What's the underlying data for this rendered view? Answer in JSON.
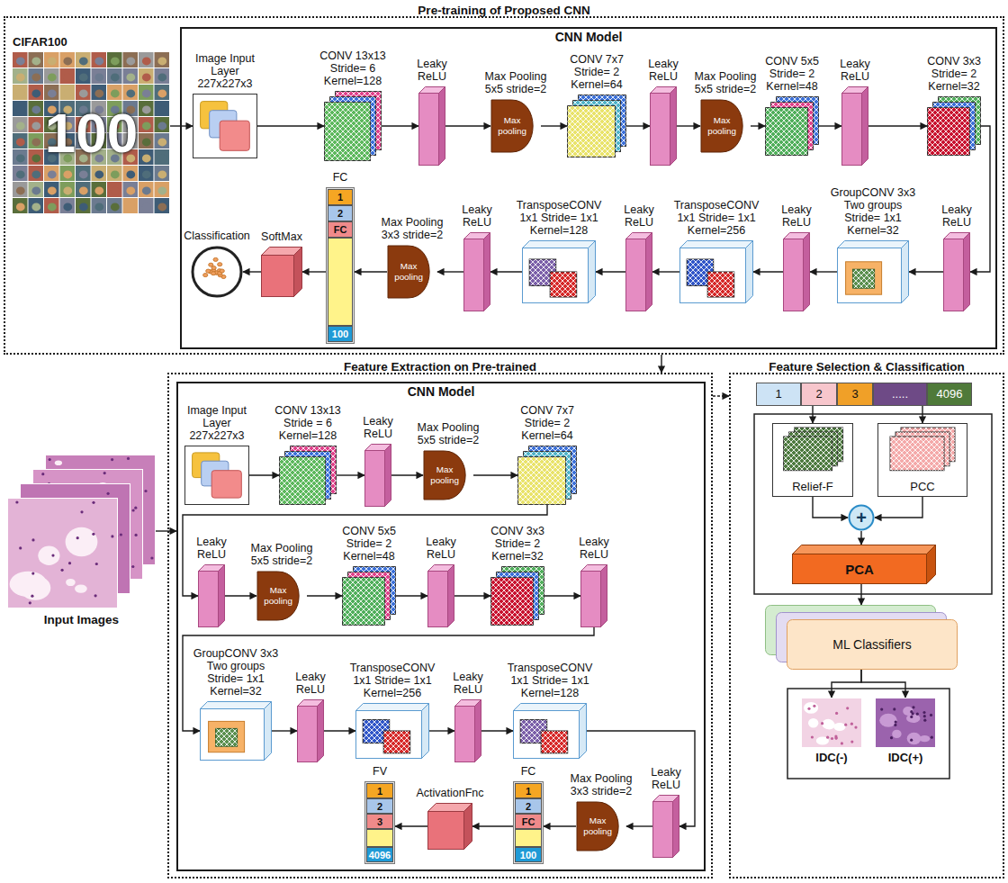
{
  "diagram": {
    "nodes": [
      {
        "text": [
          "Pre-training of Proposed CNN"
        ]
      },
      {
        "text": [
          "CIFAR100",
          "100"
        ],
        "in": 0
      },
      {
        "text": [
          "CNN Model"
        ],
        "in": 0
      },
      {
        "text": [
          "Image Input Layer 227x227x3"
        ],
        "in": 2
      },
      {
        "text": [
          "CONV 13x13 Stride= 6 Kernel=128"
        ],
        "in": 2
      },
      {
        "text": [
          "Leaky ReLU"
        ],
        "in": 2
      },
      {
        "text": [
          "Max Pooling 5x5 stride=2",
          "Max pooling"
        ],
        "in": 2
      },
      {
        "text": [
          "CONV 7x7 Stride= 2 Kernel=64"
        ],
        "in": 2
      },
      {
        "text": [
          "Leaky ReLU"
        ],
        "in": 2
      },
      {
        "text": [
          "Max Pooling 5x5 stride=2",
          "Max pooling"
        ],
        "in": 2
      },
      {
        "text": [
          "CONV 5x5 Stride= 2 Kernel=48"
        ],
        "in": 2
      },
      {
        "text": [
          "Leaky ReLU"
        ],
        "in": 2
      },
      {
        "text": [
          "CONV 3x3 Stride= 2 Kernel=32"
        ],
        "in": 2
      },
      {
        "text": [
          "Leaky ReLU"
        ],
        "in": 2
      },
      {
        "text": [
          "GroupCONV 3x3 Two groups Stride= 1x1 Kernel=32"
        ],
        "in": 2
      },
      {
        "text": [
          "Leaky ReLU"
        ],
        "in": 2
      },
      {
        "text": [
          "TransposeCONV 1x1 Stride= 1x1 Kernel=256"
        ],
        "in": 2
      },
      {
        "text": [
          "Leaky ReLU"
        ],
        "in": 2
      },
      {
        "text": [
          "TransposeCONV 1x1 Stride= 1x1 Kernel=128"
        ],
        "in": 2
      },
      {
        "text": [
          "Leaky ReLU"
        ],
        "in": 2
      },
      {
        "text": [
          "Max Pooling 3x3 stride=2",
          "Max pooling"
        ],
        "in": 2
      },
      {
        "text": [
          "FC",
          "1",
          "2",
          "FC",
          "100"
        ],
        "in": 2
      },
      {
        "text": [
          "SoftMax"
        ],
        "in": 2
      },
      {
        "text": [
          "Classification"
        ],
        "in": 2
      },
      {
        "text": [
          "Feature Extraction on Pre-trained"
        ]
      },
      {
        "text": [
          "CNN Model"
        ],
        "in": 24
      },
      {
        "text": [
          "Image Input Layer 227x227x3"
        ],
        "in": 25
      },
      {
        "text": [
          "CONV 13x13 Stride = 6 Kernel=128"
        ],
        "in": 25
      },
      {
        "text": [
          "Leaky ReLU"
        ],
        "in": 25
      },
      {
        "text": [
          "Max Pooling 5x5 stride=2",
          "Max pooling"
        ],
        "in": 25
      },
      {
        "text": [
          "CONV 7x7 Stride= 2 Kernel=64"
        ],
        "in": 25
      },
      {
        "text": [
          "Leaky ReLU"
        ],
        "in": 25
      },
      {
        "text": [
          "Max Pooling 5x5 stride=2",
          "Max pooling"
        ],
        "in": 25
      },
      {
        "text": [
          "CONV 5x5 Stride= 2 Kernel=48"
        ],
        "in": 25
      },
      {
        "text": [
          "Leaky ReLU"
        ],
        "in": 25
      },
      {
        "text": [
          "CONV 3x3 Stride= 2 Kernel=32"
        ],
        "in": 25
      },
      {
        "text": [
          "Leaky ReLU"
        ],
        "in": 25
      },
      {
        "text": [
          "GroupCONV 3x3 Two groups Stride= 1x1 Kernel=32"
        ],
        "in": 25
      },
      {
        "text": [
          "Leaky ReLU"
        ],
        "in": 25
      },
      {
        "text": [
          "TransposeCONV 1x1 Stride= 1x1 Kernel=256"
        ],
        "in": 25
      },
      {
        "text": [
          "Leaky ReLU"
        ],
        "in": 25
      },
      {
        "text": [
          "TransposeCONV 1x1 Stride= 1x1 Kernel=128"
        ],
        "in": 25
      },
      {
        "text": [
          "Leaky ReLU"
        ],
        "in": 25
      },
      {
        "text": [
          "Max Pooling 3x3 stride=2",
          "Max pooling"
        ],
        "in": 25
      },
      {
        "text": [
          "FC",
          "1",
          "2",
          "FC",
          "100"
        ],
        "in": 25
      },
      {
        "text": [
          "ActivationFnc"
        ],
        "in": 25
      },
      {
        "text": [
          "FV",
          "1",
          "2",
          "3",
          "4096"
        ],
        "in": 25
      },
      {
        "text": [
          "Input Images"
        ]
      },
      {
        "text": [
          "Feature Selection & Classification"
        ]
      },
      {
        "text": [
          "1",
          "2",
          "3",
          ".....",
          "4096"
        ],
        "in": 48
      },
      {
        "text": [
          "Relief-F"
        ],
        "in": 48
      },
      {
        "text": [
          "PCC"
        ],
        "in": 48
      },
      {
        "text": [
          "+"
        ],
        "in": 48
      },
      {
        "text": [
          "PCA"
        ],
        "in": 48
      },
      {
        "text": [
          "ML Classifiers"
        ],
        "in": 48
      },
      {
        "text": [
          "IDC(-)"
        ],
        "in": 48
      },
      {
        "text": [
          "IDC(+)"
        ],
        "in": 48
      }
    ],
    "edges": [
      {
        "from": 1,
        "to": 3,
        "arrow": "to"
      },
      {
        "from": 3,
        "to": 4,
        "arrow": "to"
      },
      {
        "from": 4,
        "to": 5,
        "arrow": "to"
      },
      {
        "from": 5,
        "to": 6,
        "arrow": "to"
      },
      {
        "from": 6,
        "to": 7,
        "arrow": "to"
      },
      {
        "from": 7,
        "to": 8,
        "arrow": "to"
      },
      {
        "from": 8,
        "to": 9,
        "arrow": "to"
      },
      {
        "from": 9,
        "to": 10,
        "arrow": "to"
      },
      {
        "from": 10,
        "to": 11,
        "arrow": "to"
      },
      {
        "from": 11,
        "to": 12,
        "arrow": "to"
      },
      {
        "from": 12,
        "to": 13,
        "arrow": "to"
      },
      {
        "from": 13,
        "to": 14,
        "arrow": "to"
      },
      {
        "from": 14,
        "to": 15,
        "arrow": "to"
      },
      {
        "from": 15,
        "to": 16,
        "arrow": "to"
      },
      {
        "from": 16,
        "to": 17,
        "arrow": "to"
      },
      {
        "from": 17,
        "to": 18,
        "arrow": "to"
      },
      {
        "from": 18,
        "to": 19,
        "arrow": "to"
      },
      {
        "from": 19,
        "to": 20,
        "arrow": "to"
      },
      {
        "from": 20,
        "to": 21,
        "arrow": "to"
      },
      {
        "from": 21,
        "to": 22,
        "arrow": "to"
      },
      {
        "from": 22,
        "to": 23,
        "arrow": "to"
      },
      {
        "from": 0,
        "to": 24,
        "arrow": "to"
      },
      {
        "from": 47,
        "to": 25,
        "arrow": "to"
      },
      {
        "from": 26,
        "to": 27,
        "arrow": "to"
      },
      {
        "from": 27,
        "to": 28,
        "arrow": "to"
      },
      {
        "from": 28,
        "to": 29,
        "arrow": "to"
      },
      {
        "from": 29,
        "to": 30,
        "arrow": "to"
      },
      {
        "from": 30,
        "to": 31,
        "arrow": "to"
      },
      {
        "from": 31,
        "to": 32,
        "arrow": "to"
      },
      {
        "from": 32,
        "to": 33,
        "arrow": "to"
      },
      {
        "from": 33,
        "to": 34,
        "arrow": "to"
      },
      {
        "from": 34,
        "to": 35,
        "arrow": "to"
      },
      {
        "from": 35,
        "to": 36,
        "arrow": "to"
      },
      {
        "from": 36,
        "to": 37,
        "arrow": "to"
      },
      {
        "from": 37,
        "to": 38,
        "arrow": "to"
      },
      {
        "from": 38,
        "to": 39,
        "arrow": "to"
      },
      {
        "from": 39,
        "to": 40,
        "arrow": "to"
      },
      {
        "from": 40,
        "to": 41,
        "arrow": "to"
      },
      {
        "from": 41,
        "to": 42,
        "arrow": "to"
      },
      {
        "from": 42,
        "to": 43,
        "arrow": "to"
      },
      {
        "from": 43,
        "to": 44,
        "arrow": "to"
      },
      {
        "from": 44,
        "to": 45,
        "arrow": "to"
      },
      {
        "from": 45,
        "to": 46,
        "arrow": "to"
      },
      {
        "from": 24,
        "to": 48,
        "arrow": "to"
      },
      {
        "from": 49,
        "to": 50,
        "arrow": "to"
      },
      {
        "from": 49,
        "to": 51,
        "arrow": "to"
      },
      {
        "from": 50,
        "to": 52,
        "arrow": "to"
      },
      {
        "from": 51,
        "to": 52,
        "arrow": "to"
      },
      {
        "from": 52,
        "to": 53,
        "arrow": "to"
      },
      {
        "from": 53,
        "to": 54,
        "arrow": "to"
      },
      {
        "from": 54,
        "to": 55,
        "arrow": "to"
      },
      {
        "from": 54,
        "to": 56,
        "arrow": "to"
      }
    ]
  }
}
